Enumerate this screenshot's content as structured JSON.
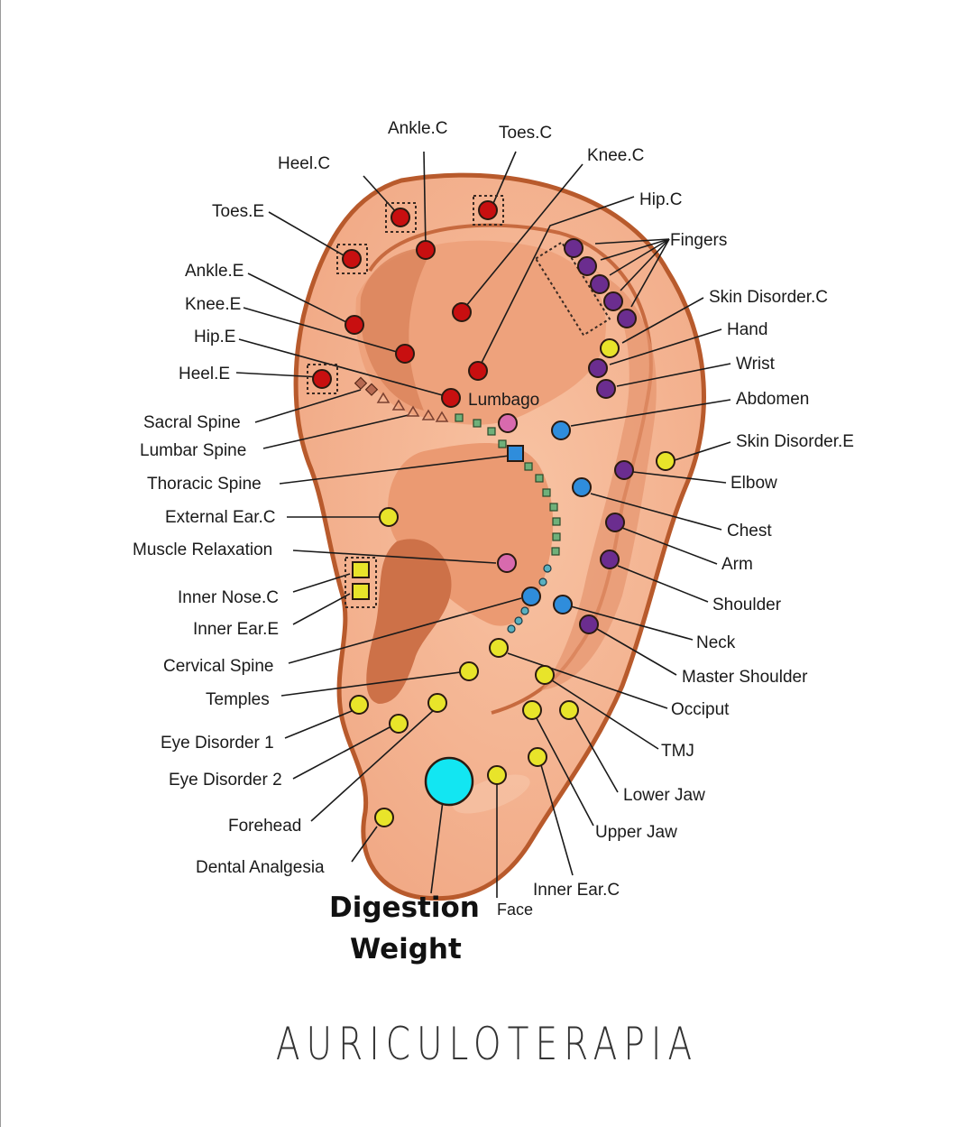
{
  "title": "AURICULOTERAPIA",
  "colors": {
    "skin_light": "#f6b895",
    "skin_mid": "#eda07a",
    "skin_dark": "#d9825a",
    "outline": "#b85a2c",
    "red_point": "#c80f10",
    "purple_point": "#6b2d8f",
    "yellow_point": "#e8e42a",
    "blue_point": "#2f8ddc",
    "pink_point": "#d86aae",
    "cyan_point": "#12e6f2",
    "green_square": "#6fb07a",
    "spine_marker": "#b76a52"
  },
  "labels": {
    "ankle_c": "Ankle.C",
    "toes_c": "Toes.C",
    "heel_c": "Heel.C",
    "knee_c": "Knee.C",
    "toes_e": "Toes.E",
    "hip_c": "Hip.C",
    "fingers": "Fingers",
    "ankle_e": "Ankle.E",
    "knee_e": "Knee.E",
    "hip_e": "Hip.E",
    "heel_e": "Heel.E",
    "skin_disorder_c": "Skin Disorder.C",
    "hand": "Hand",
    "wrist": "Wrist",
    "abdomen": "Abdomen",
    "lumbago": "Lumbago",
    "sacral_spine": "Sacral Spine",
    "lumbar_spine": "Lumbar Spine",
    "skin_disorder_e": "Skin Disorder.E",
    "thoracic_spine": "Thoracic Spine",
    "elbow": "Elbow",
    "external_ear_c": "External Ear.C",
    "chest": "Chest",
    "muscle_relaxation": "Muscle Relaxation",
    "arm": "Arm",
    "inner_nose_c": "Inner Nose.C",
    "shoulder": "Shoulder",
    "inner_ear_e": "Inner Ear.E",
    "neck": "Neck",
    "cervical_spine": "Cervical Spine",
    "master_shoulder": "Master Shoulder",
    "temples": "Temples",
    "occiput": "Occiput",
    "eye_disorder_1": "Eye Disorder 1",
    "tmj": "TMJ",
    "eye_disorder_2": "Eye Disorder 2",
    "lower_jaw": "Lower Jaw",
    "forehead": "Forehead",
    "upper_jaw": "Upper Jaw",
    "dental_analgesia": "Dental Analgesia",
    "inner_ear_c": "Inner Ear.C",
    "digestion": "Digestion",
    "weight": "Weight",
    "face": "Face"
  }
}
